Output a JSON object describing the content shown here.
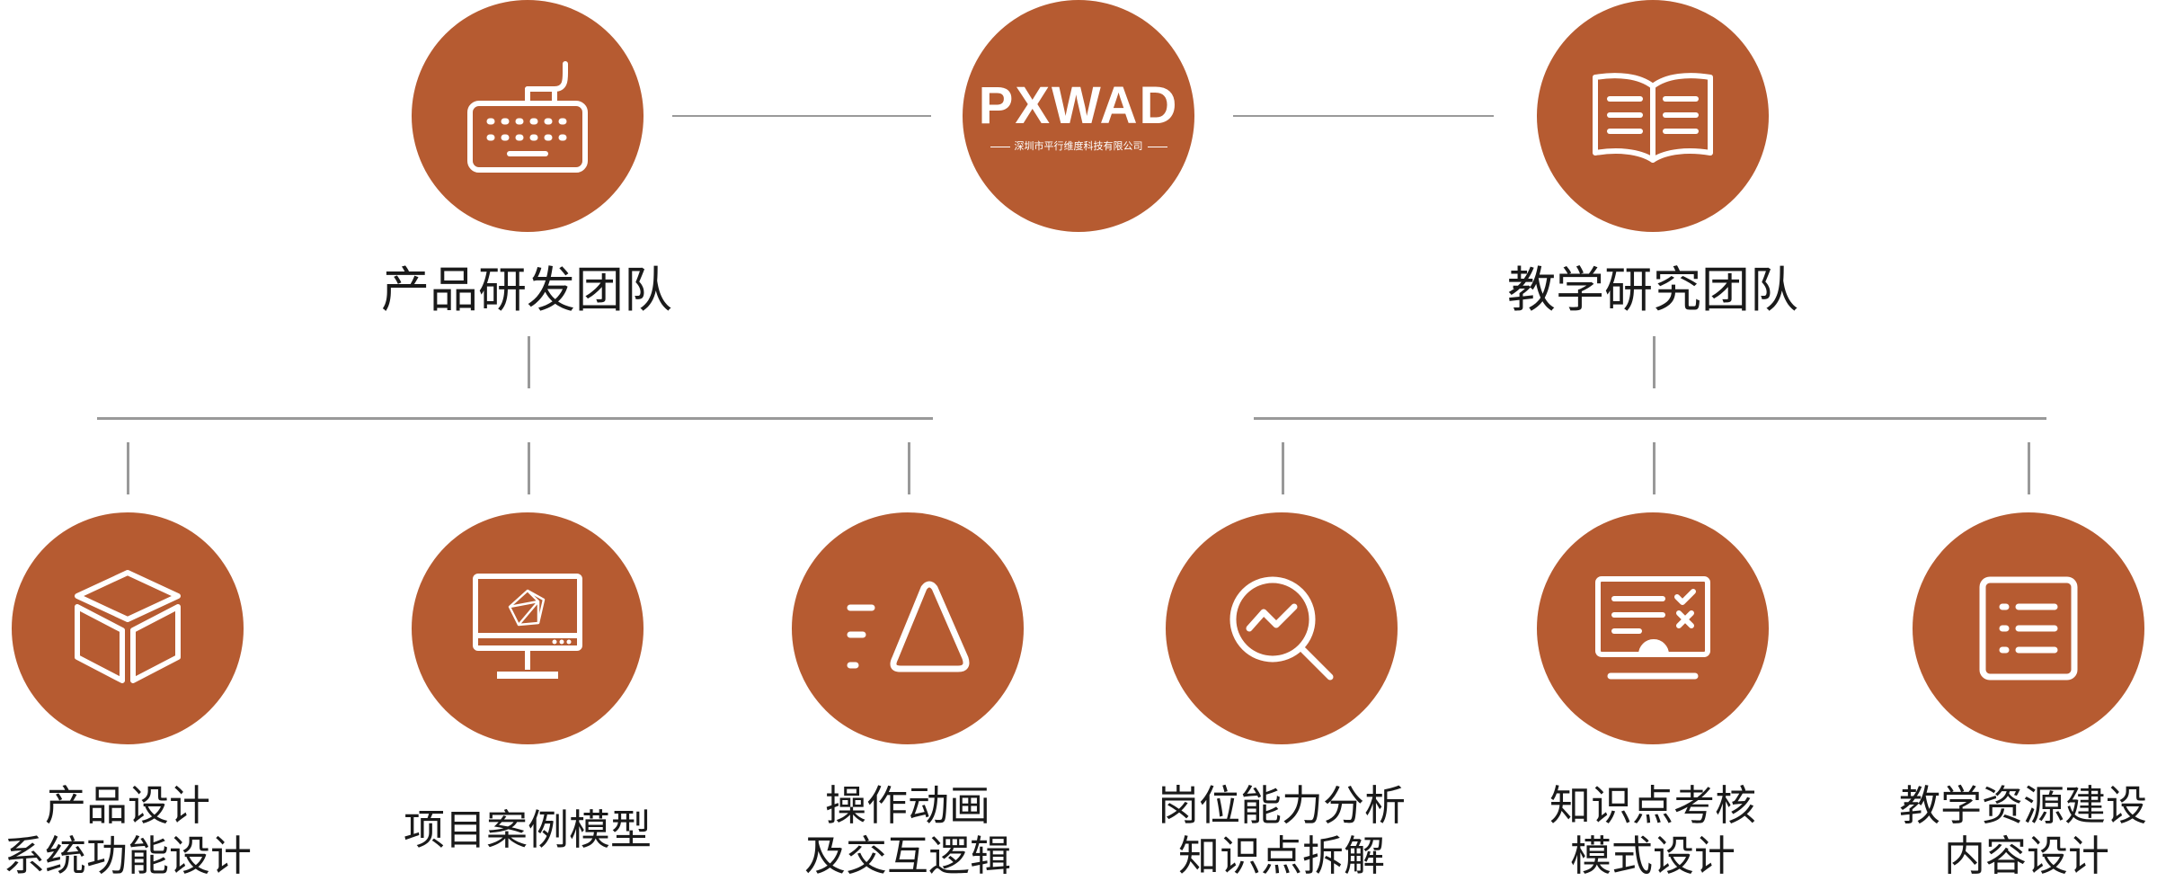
{
  "colors": {
    "accent": "#b65b31",
    "line": "#999999",
    "icon": "#ffffff"
  },
  "logo": {
    "text": "PXWAD",
    "subtitle": "深圳市平行维度科技有限公司"
  },
  "teams": [
    {
      "title": "产品研发团队",
      "icon": "keyboard-icon",
      "items": [
        {
          "icon": "cube-icon",
          "lines": [
            "产品设计",
            "系统功能设计"
          ]
        },
        {
          "icon": "monitor-model-icon",
          "lines": [
            "项目案例模型"
          ]
        },
        {
          "icon": "motion-triangle-icon",
          "lines": [
            "操作动画",
            "及交互逻辑"
          ]
        }
      ]
    },
    {
      "title": "教学研究团队",
      "icon": "open-book-icon",
      "items": [
        {
          "icon": "search-chart-icon",
          "lines": [
            "岗位能力分析",
            "知识点拆解"
          ]
        },
        {
          "icon": "assessment-screen-icon",
          "lines": [
            "知识点考核",
            "模式设计"
          ]
        },
        {
          "icon": "list-icon",
          "lines": [
            "教学资源建设",
            "内容设计"
          ]
        }
      ]
    }
  ]
}
